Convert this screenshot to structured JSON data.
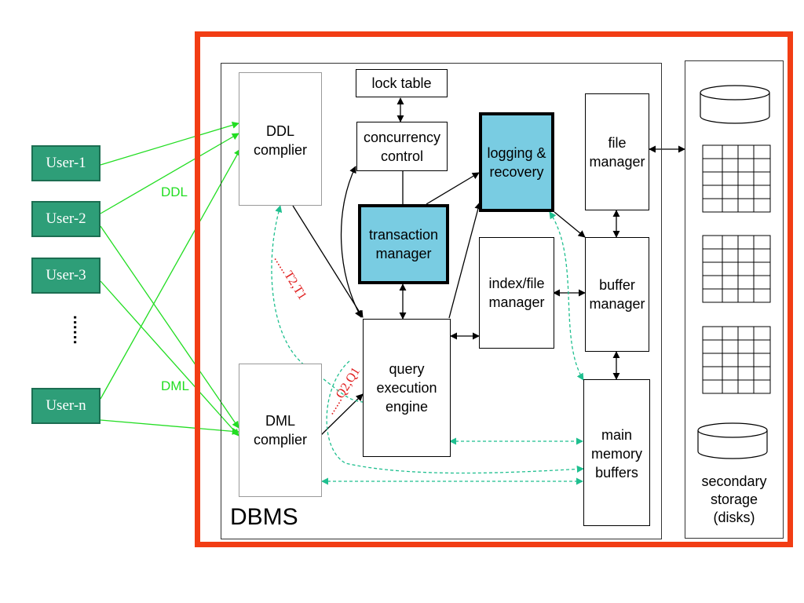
{
  "users": [
    "User-1",
    "User-2",
    "User-3",
    "User-n"
  ],
  "users_ellipsis": "......",
  "labels": {
    "ddl": "DDL",
    "dml": "DML",
    "dbms": "DBMS",
    "tx_stream": "......T2,T1",
    "query_stream": "......Q2,Q1"
  },
  "components": {
    "lock_table": "lock table",
    "concurrency_control": "concurrency control",
    "logging_recovery": "logging & recovery",
    "file_manager": "file manager",
    "ddl_compiler": "DDL complier",
    "transaction_manager": "transaction manager",
    "index_file_manager": "index/file manager",
    "buffer_manager": "buffer manager",
    "query_execution_engine": "query execution engine",
    "dml_compiler": "DML complier",
    "main_memory_buffers": "main memory buffers"
  },
  "storage": {
    "label": "secondary storage (disks)"
  },
  "colors": {
    "dbms_border": "#f23d14",
    "user_fill": "#2e9e78",
    "highlight_fill": "#79cce2",
    "user_arrows": "#22dd22",
    "buffer_arrows": "#1fbf8f",
    "stream_text": "#e02020"
  }
}
